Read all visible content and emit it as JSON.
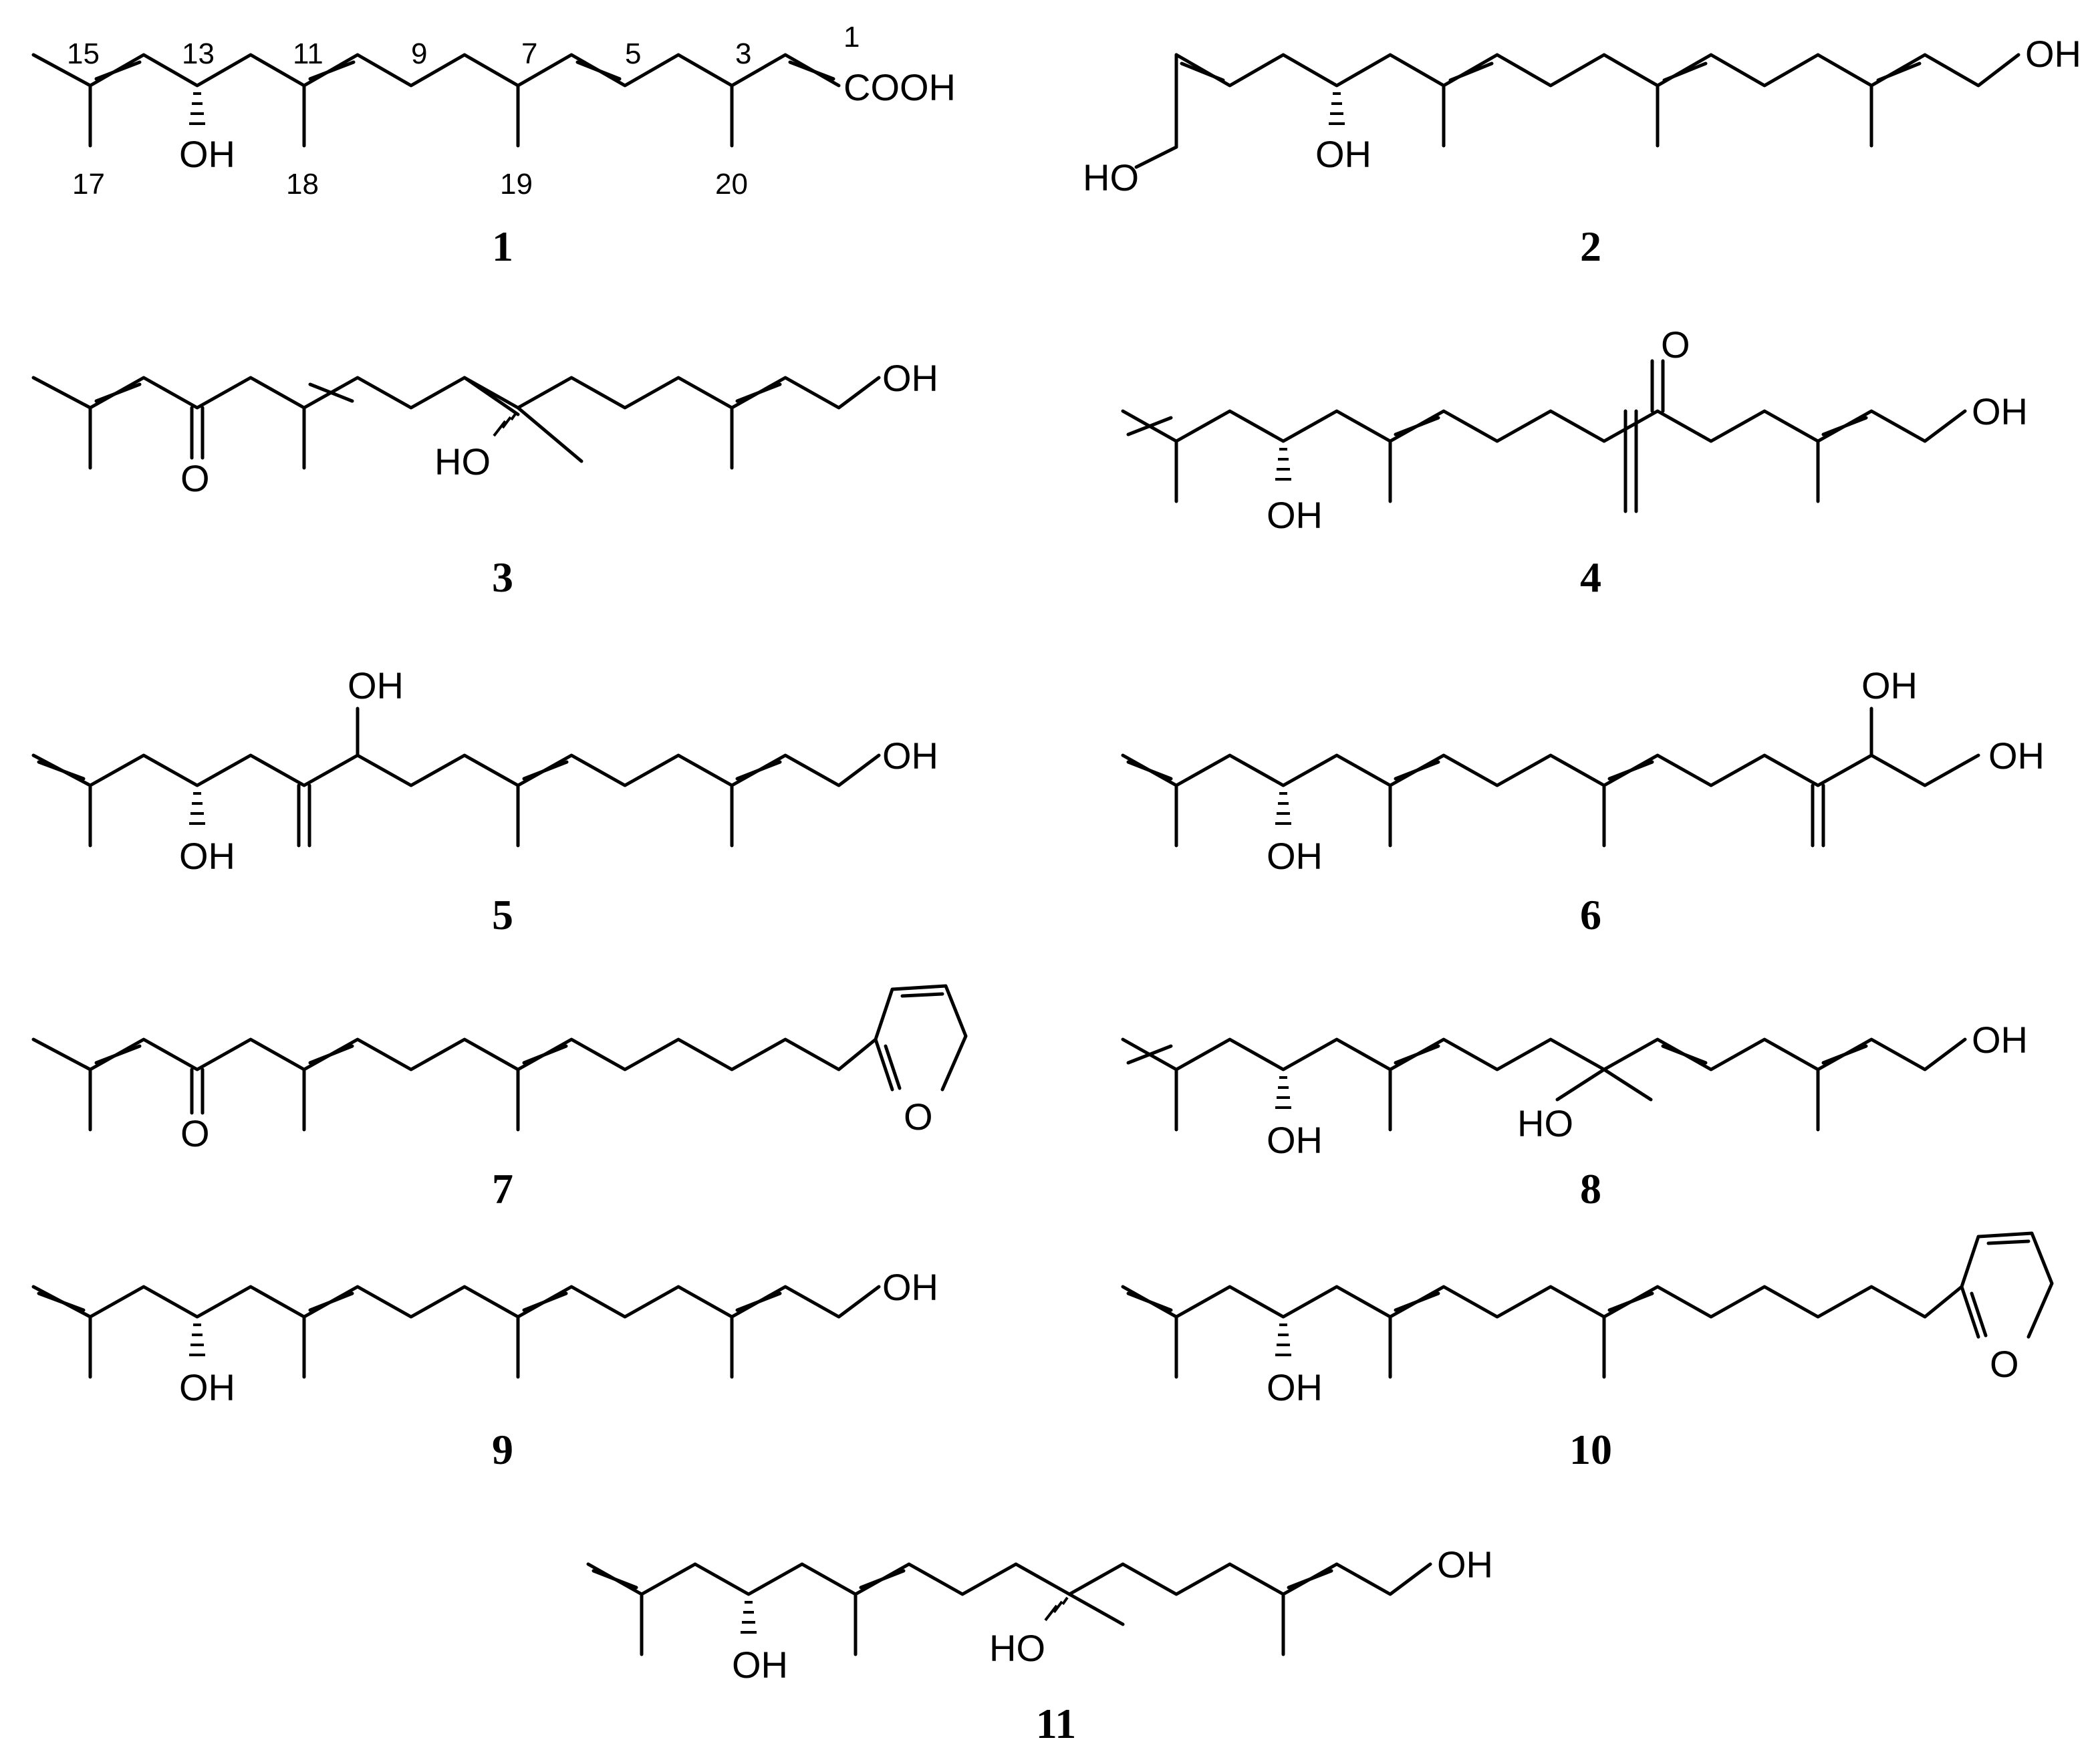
{
  "compounds": [
    {
      "id": "1"
    },
    {
      "id": "2"
    },
    {
      "id": "3"
    },
    {
      "id": "4"
    },
    {
      "id": "5"
    },
    {
      "id": "6"
    },
    {
      "id": "7"
    },
    {
      "id": "8"
    },
    {
      "id": "9"
    },
    {
      "id": "10"
    },
    {
      "id": "11"
    }
  ],
  "atom_labels": {
    "oh": "OH",
    "ho": "HO",
    "o": "O",
    "cooh": "COOH"
  },
  "carbon_numbers": [
    "1",
    "3",
    "5",
    "7",
    "9",
    "11",
    "13",
    "15",
    "17",
    "18",
    "19",
    "20"
  ]
}
